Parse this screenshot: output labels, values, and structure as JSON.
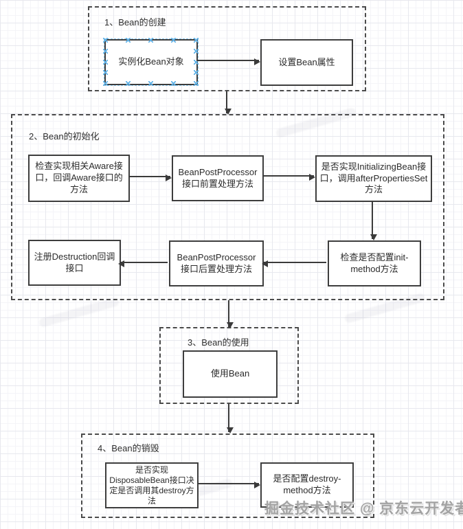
{
  "diagram": {
    "sections": {
      "creation": {
        "label": "1、Bean的创建",
        "nodes": {
          "instantiate": "实例化Bean对象",
          "set_properties": "设置Bean属性"
        }
      },
      "initialization": {
        "label": "2、Bean的初始化",
        "nodes": {
          "check_aware": "检查实现相关Aware接口，回调Aware接口的方法",
          "bpp_before": "BeanPostProcessor接口前置处理方法",
          "initializing_bean": "是否实现InitializingBean接口，调用afterPropertiesSet方法",
          "init_method": "检查是否配置init-method方法",
          "bpp_after": "BeanPostProcessor接口后置处理方法",
          "destruction_callback": "注册Destruction回调接口"
        }
      },
      "usage": {
        "label": "3、Bean的使用",
        "nodes": {
          "use_bean": "使用Bean"
        }
      },
      "destruction": {
        "label": "4、Bean的销毁",
        "nodes": {
          "disposable_bean": "是否实现DisposableBean接口决定是否调用其destroy方法",
          "destroy_method": "是否配置destroy-method方法"
        }
      }
    },
    "watermark": "掘金技术社区 @ 京东云开发者",
    "colors": {
      "line": "#3a3a3a",
      "selection_handle": "#5fb1e6",
      "watermark_gray": "#a3a3a3",
      "grid_major": "#e7e8ee",
      "grid_minor": "#f4f4f8"
    }
  }
}
